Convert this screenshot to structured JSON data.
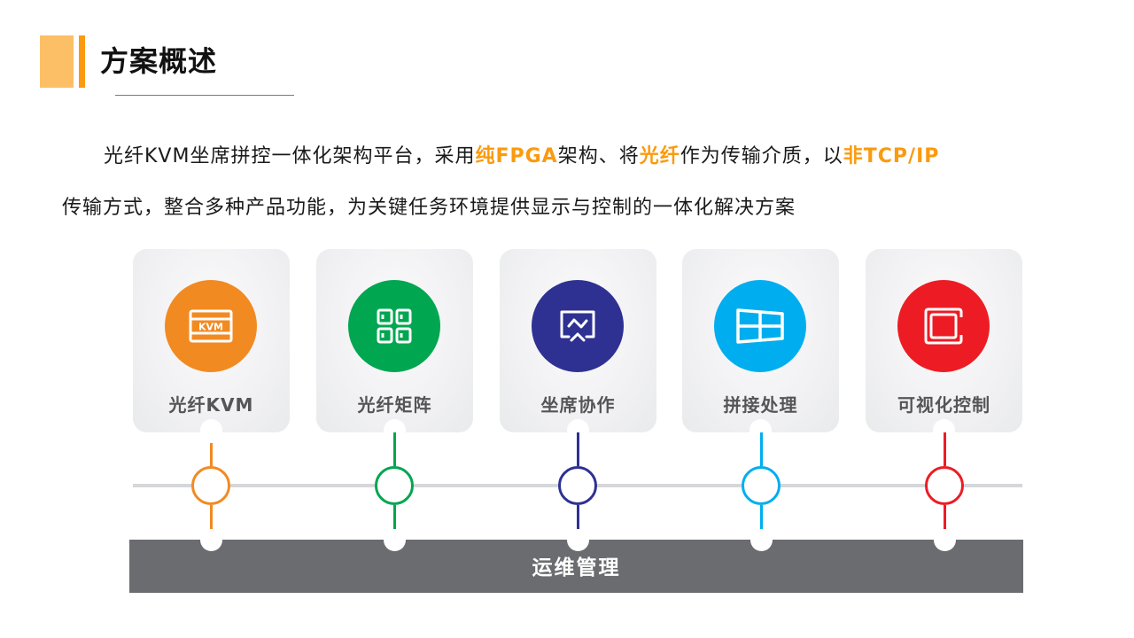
{
  "header": {
    "title": "方案概述"
  },
  "intro": {
    "line1": [
      {
        "text": "光纤KVM坐席拼控一体化架构平台，采用",
        "highlight": false
      },
      {
        "text": "纯FPGA",
        "highlight": true
      },
      {
        "text": "架构、将",
        "highlight": false
      },
      {
        "text": "光纤",
        "highlight": true
      },
      {
        "text": "作为传输介质，以",
        "highlight": false
      },
      {
        "text": "非TCP/IP",
        "highlight": true
      }
    ],
    "line2": "传输方式，整合多种产品功能，为关键任务环境提供显示与控制的一体化解决方案"
  },
  "modules": [
    {
      "label": "光纤KVM",
      "icon": "kvm-icon",
      "color": "#f28a22"
    },
    {
      "label": "光纤矩阵",
      "icon": "matrix-grid-icon",
      "color": "#00a650"
    },
    {
      "label": "坐席协作",
      "icon": "seat-collaboration-icon",
      "color": "#2e3192"
    },
    {
      "label": "拼接处理",
      "icon": "splicing-window-icon",
      "color": "#00aeef"
    },
    {
      "label": "可视化控制",
      "icon": "visual-control-icon",
      "color": "#ed1c24"
    }
  ],
  "colors": {
    "accent": "#fb9a0e",
    "accent_light": "#fcbf66",
    "bar": "#6b6c70",
    "line": "#d6d7d9"
  },
  "ops_bar": {
    "label": "运维管理"
  }
}
